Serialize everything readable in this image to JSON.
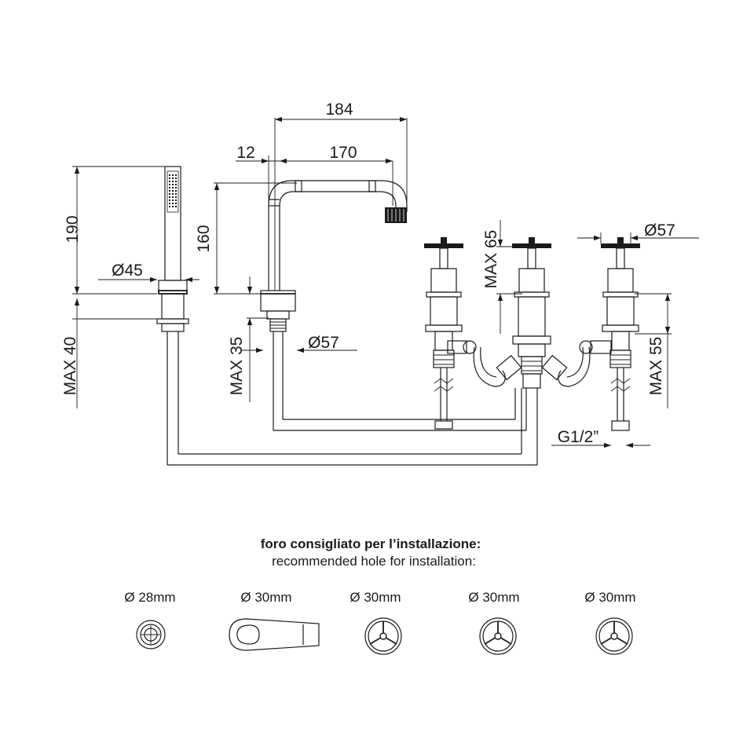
{
  "dimensions": {
    "d184": "184",
    "d12": "12",
    "d170": "170",
    "d190": "190",
    "d160": "160",
    "d45": "Ø45",
    "d57_top": "Ø57",
    "d57_bottom": "Ø57",
    "max65": "MAX 65",
    "max40": "MAX 40",
    "max35": "MAX 35",
    "max55": "MAX 55",
    "g12": "G1/2”"
  },
  "caption": {
    "title": "foro consigliato per l’installazione:",
    "subtitle": "recommended hole for installation:"
  },
  "holes": [
    {
      "label": "Ø 28mm"
    },
    {
      "label": "Ø 30mm"
    },
    {
      "label": "Ø 30mm"
    },
    {
      "label": "Ø 30mm"
    },
    {
      "label": "Ø 30mm"
    }
  ]
}
